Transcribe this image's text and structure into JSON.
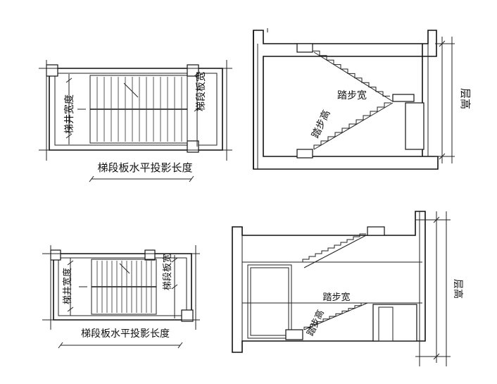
{
  "diagram": {
    "plans": [
      {
        "well_width": "梯井宽度",
        "flight_width": "梯段板宽",
        "horizontal_projection": "梯段板水平投影长度"
      },
      {
        "well_width": "梯井宽度",
        "flight_width": "梯段板宽",
        "horizontal_projection": "梯段板水平投影长度"
      }
    ],
    "sections": [
      {
        "step_width": "踏步宽",
        "step_height": "踏步高",
        "floor_height": "层高"
      },
      {
        "step_width": "踏步宽",
        "step_height": "踏步高",
        "floor_height": "层高"
      }
    ]
  }
}
